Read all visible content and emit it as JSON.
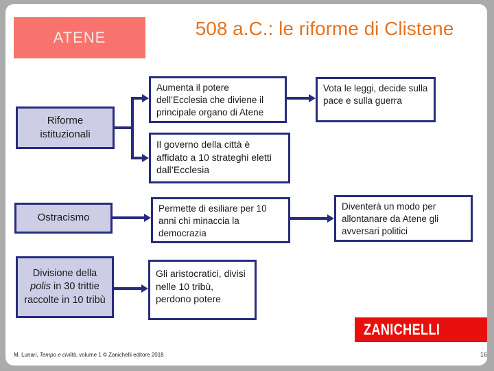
{
  "colors": {
    "margin_gray": "#ababab",
    "slide_white": "#ffffff",
    "badge_coral": "#f8736d",
    "title_orange": "#e6731e",
    "navy_border": "#272c7c",
    "lavender_fill": "#cdcde6",
    "logo_red": "#e8100e"
  },
  "header": {
    "badge": "ATENE",
    "title": "508 a.C.: le riforme di Clistene"
  },
  "diagram": {
    "row1": {
      "source": "Riforme istituzionali",
      "effect1": "Aumenta il potere dell’Ecclesia che diviene il principale organo di Atene",
      "effect1_detail": "Vota le leggi, decide sulla pace e sulla guerra",
      "effect2": "Il governo della città è affidato a 10 strateghi eletti dall’Ecclesia"
    },
    "row2": {
      "source": "Ostracismo",
      "effect": "Permette di esiliare per 10 anni chi minaccia la democrazia",
      "detail": "Diventerà un modo per allontanare da Atene gli avversari politici"
    },
    "row3": {
      "source_pre": "Divisione della ",
      "source_italic": "polis",
      "source_post": " in 30 trittie raccolte in 10 tribù",
      "effect": "Gli aristocratici, divisi nelle 10 tribù, perdono potere"
    }
  },
  "footer": {
    "credit_pre": "M. Lunari, ",
    "credit_italic": "Tempo e civiltà",
    "credit_post": ", volume 1 © Zanichelli editore 2018",
    "page_number": "16",
    "logo_text": "ZANICHELLI"
  }
}
